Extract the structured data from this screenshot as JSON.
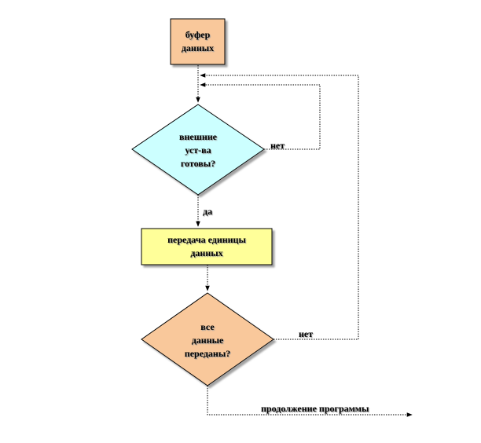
{
  "nodes": {
    "buffer": {
      "line1": "буфер",
      "line2": "данных"
    },
    "devices_ready": {
      "line1": "внешние",
      "line2": "уст-ва",
      "line3": "готовы?"
    },
    "transfer_unit": {
      "line1": "передача единицы",
      "line2": "данных"
    },
    "all_sent": {
      "line1": "все",
      "line2": "данные",
      "line3": "переданы?"
    }
  },
  "edges": {
    "yes_label": "да",
    "no_label_1": "нет",
    "no_label_2": "нет",
    "continue_label": "продолжение программы"
  },
  "colors": {
    "buffer_fill": "#f9c89b",
    "devices_ready_fill": "#ccffff",
    "transfer_fill": "#ffff99",
    "all_sent_fill": "#f9c89b",
    "line": "#000000"
  }
}
